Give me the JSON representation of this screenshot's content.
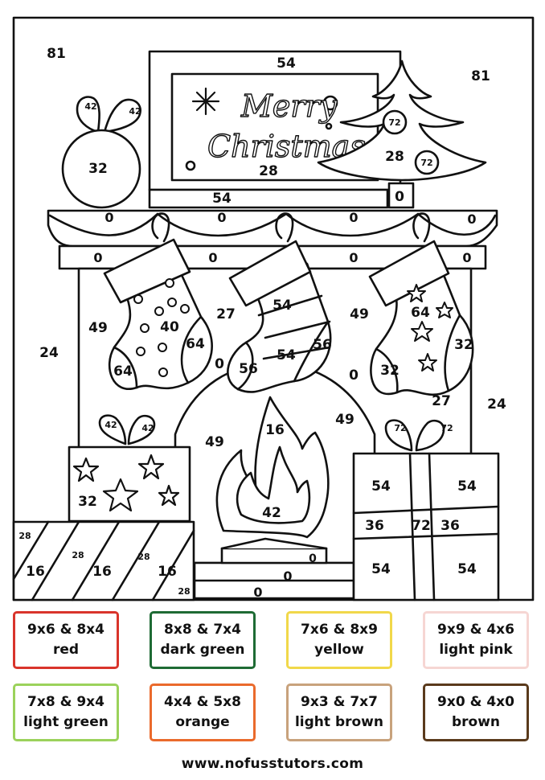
{
  "scene": {
    "greeting": {
      "line1": "Merry",
      "line2": "Christmas"
    },
    "numbers": {
      "corner_tl": "81",
      "corner_tr": "81",
      "tv_top": "54",
      "tv_inner": "28",
      "tv_base": "54",
      "ornament_bow_l": "42",
      "ornament_bow_r": "42",
      "ornament_body": "32",
      "tree_ball_top": "72",
      "tree_ball_bottom": "72",
      "tree_body": "28",
      "tree_trunk": "0",
      "garland_1": "0",
      "garland_2": "0",
      "garland_3": "0",
      "garland_4": "0",
      "mantel_1": "0",
      "mantel_2": "0",
      "mantel_3": "0",
      "mantel_4": "0",
      "wall_left": "24",
      "wall_right": "24",
      "brick_left": "49",
      "brick_mid": "49",
      "brick_right": "49",
      "brick_arch": "49",
      "stocking1_body": "40",
      "stocking1_toe": "64",
      "stocking1_heel": "64",
      "stocking2_cuff": "54",
      "stocking2_band": "54",
      "stocking2_toe": "56",
      "stocking2_heel": "56",
      "stocking3_cuff": "64",
      "stocking3_toe": "32",
      "stocking3_heel": "32",
      "gap_27a": "27",
      "gap_27b": "27",
      "gap_0a": "0",
      "gap_0b": "0",
      "flame_top": "16",
      "flame_inner": "42",
      "logs_0a": "0",
      "logs_0b": "0",
      "hearth_0": "0",
      "gift_left_bow_l": "42",
      "gift_left_bow_r": "42",
      "gift_left_body": "32",
      "gift_striped_tl": "28",
      "gift_striped_a": "28",
      "gift_striped_b": "28",
      "gift_striped_br": "28",
      "gift_striped_16a": "16",
      "gift_striped_16b": "16",
      "gift_striped_16c": "16",
      "gift_right_bow_l": "72",
      "gift_right_bow_r": "72",
      "gift_right_tl": "54",
      "gift_right_tr": "54",
      "gift_right_ml": "36",
      "gift_right_mid": "72",
      "gift_right_mr": "36",
      "gift_right_bl": "54",
      "gift_right_br": "54"
    }
  },
  "legend": [
    {
      "problem": "9x6 & 8x4",
      "color_name": "red",
      "border": "#d9342b"
    },
    {
      "problem": "8x8 & 7x4",
      "color_name": "dark green",
      "border": "#1e6b34"
    },
    {
      "problem": "7x6 & 8x9",
      "color_name": "yellow",
      "border": "#f1d84a"
    },
    {
      "problem": "9x9 & 4x6",
      "color_name": "light pink",
      "border": "#f6d6d3"
    },
    {
      "problem": "7x8 & 9x4",
      "color_name": "light green",
      "border": "#9bd25b"
    },
    {
      "problem": "4x4 & 5x8",
      "color_name": "orange",
      "border": "#ea6a2c"
    },
    {
      "problem": "9x3 & 7x7",
      "color_name": "light brown",
      "border": "#c8a27c"
    },
    {
      "problem": "9x0 & 4x0",
      "color_name": "brown",
      "border": "#5a3a1c"
    }
  ],
  "footer": {
    "url": "www.nofusstutors.com"
  }
}
